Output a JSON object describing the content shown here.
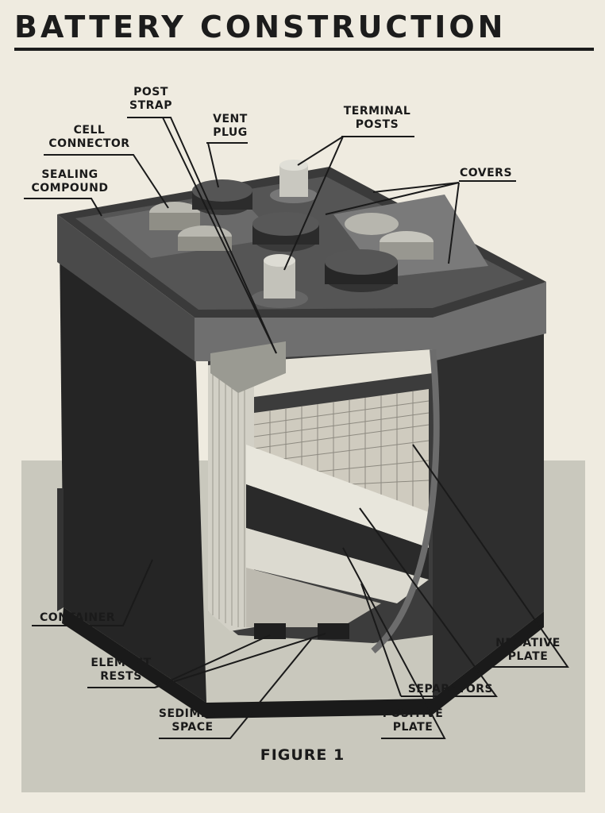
{
  "header": {
    "title": "BATTERY CONSTRUCTION"
  },
  "figure": {
    "caption": "FIGURE 1"
  },
  "labels": {
    "post_strap": [
      "POST",
      "STRAP"
    ],
    "vent_plug": [
      "VENT",
      "PLUG"
    ],
    "terminal_posts": [
      "TERMINAL",
      "POSTS"
    ],
    "cell_connector": [
      "CELL",
      "CONNECTOR"
    ],
    "sealing_compound": [
      "SEALING",
      "COMPOUND"
    ],
    "covers": [
      "COVERS"
    ],
    "container": [
      "CONTAINER"
    ],
    "element_rests": [
      "ELEMENT",
      "RESTS"
    ],
    "sediment_space": [
      "SEDIMENT",
      "SPACE"
    ],
    "negative_plate": [
      "NEGATIVE",
      "PLATE"
    ],
    "separators": [
      "SEPARATORS"
    ],
    "positive_plate": [
      "POSITIVE",
      "PLATE"
    ]
  }
}
